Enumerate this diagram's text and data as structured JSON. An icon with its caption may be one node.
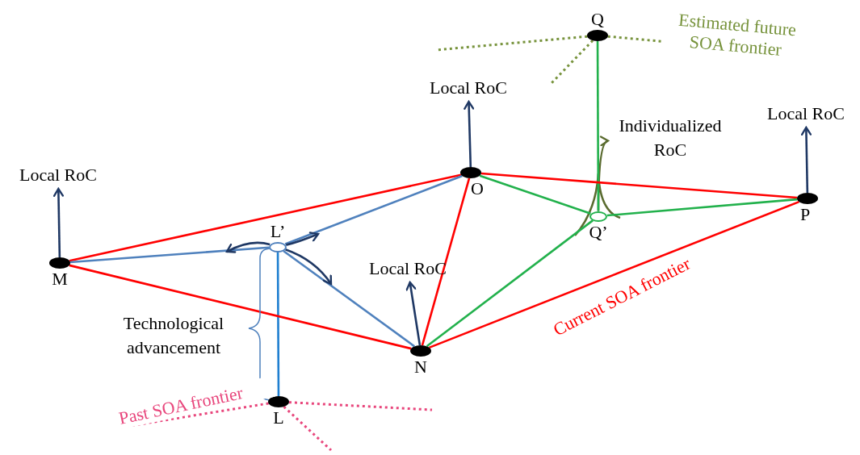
{
  "diagram": {
    "nodes": [
      {
        "text": [
          "Q"
        ]
      },
      {
        "text": [
          "Local RoC"
        ]
      },
      {
        "text": [
          "Local RoC"
        ]
      },
      {
        "text": [
          "Individualized RoC"
        ]
      },
      {
        "text": [
          "Local RoC"
        ]
      },
      {
        "text": [
          "O"
        ]
      },
      {
        "text": [
          "P"
        ]
      },
      {
        "text": [
          "Q’"
        ]
      },
      {
        "text": [
          "L’"
        ]
      },
      {
        "text": [
          "M"
        ]
      },
      {
        "text": [
          "Local RoC"
        ]
      },
      {
        "text": [
          "N"
        ]
      },
      {
        "text": [
          "L"
        ]
      }
    ],
    "edges": [
      {
        "from": 5,
        "to": 1,
        "arrow": "to"
      },
      {
        "from": 6,
        "to": 2,
        "arrow": "to"
      },
      {
        "from": 9,
        "to": 4,
        "arrow": "to"
      },
      {
        "from": 11,
        "to": 10,
        "arrow": "to"
      },
      {
        "from": 7,
        "to": 3,
        "arrow": "to",
        "color": "#5a6b2f"
      },
      {
        "from": 7,
        "to": 0,
        "arrow": "none",
        "color": "#22b14c"
      },
      {
        "from": 12,
        "to": 8,
        "arrow": "none",
        "color": "#1f7fd0"
      },
      {
        "from": 9,
        "to": 5,
        "arrow": "none",
        "color": "#ff0000"
      },
      {
        "from": 5,
        "to": 6,
        "arrow": "none",
        "color": "#ff0000"
      },
      {
        "from": 9,
        "to": 11,
        "arrow": "none",
        "color": "#ff0000"
      },
      {
        "from": 5,
        "to": 11,
        "arrow": "none",
        "color": "#ff0000"
      },
      {
        "from": 11,
        "to": 6,
        "arrow": "none",
        "color": "#ff0000",
        "label": "Current SOA frontier"
      },
      {
        "from": 9,
        "to": 8,
        "arrow": "none",
        "color": "#4f81bd"
      },
      {
        "from": 8,
        "to": 5,
        "arrow": "none",
        "color": "#4f81bd"
      },
      {
        "from": 8,
        "to": 11,
        "arrow": "none",
        "color": "#4f81bd"
      },
      {
        "from": 5,
        "to": 7,
        "arrow": "none",
        "color": "#22b14c"
      },
      {
        "from": 7,
        "to": 6,
        "arrow": "none",
        "color": "#22b14c"
      },
      {
        "from": 11,
        "to": 7,
        "arrow": "none",
        "color": "#22b14c"
      },
      {
        "from": 8,
        "to": null,
        "arrow": "to"
      },
      {
        "from": 8,
        "to": null,
        "arrow": "to"
      },
      {
        "from": 8,
        "to": null,
        "arrow": "to"
      },
      {
        "from": 12,
        "to": null,
        "arrow": "none",
        "style": "dashed",
        "color": "#e8467c",
        "label": "Past SOA frontier"
      },
      {
        "from": 12,
        "to": null,
        "arrow": "none",
        "style": "dashed",
        "color": "#e8467c"
      },
      {
        "from": 12,
        "to": null,
        "arrow": "none",
        "style": "dashed",
        "color": "#e8467c"
      },
      {
        "from": 0,
        "to": null,
        "arrow": "none",
        "style": "dashed",
        "color": "#77933c"
      },
      {
        "from": 0,
        "to": null,
        "arrow": "none",
        "style": "dashed",
        "color": "#77933c",
        "label": "Estimated future SOA frontier"
      },
      {
        "from": 0,
        "to": null,
        "arrow": "none",
        "style": "dashed",
        "color": "#77933c"
      }
    ],
    "labels": [
      "Technological advancement"
    ]
  }
}
